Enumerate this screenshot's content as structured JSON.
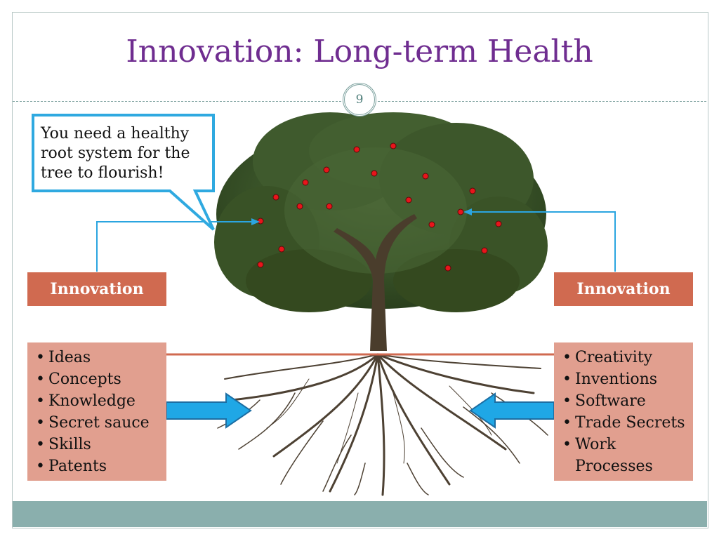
{
  "slide": {
    "title": "Innovation: Long-term Health",
    "page_number": "9"
  },
  "callout": {
    "text": "You need a healthy root system for the tree to flourish!"
  },
  "left": {
    "label": "Innovation",
    "items": [
      "Ideas",
      "Concepts",
      "Knowledge",
      "Secret sauce",
      "Skills",
      "Patents"
    ]
  },
  "right": {
    "label": "Innovation",
    "items": [
      "Creativity",
      "Inventions",
      "Software",
      "Trade Secrets",
      "Work Processes"
    ]
  },
  "colors": {
    "title": "#6f2d90",
    "label_box": "#d06a50",
    "list_box": "#e19f8f",
    "arrow": "#1fa7e6",
    "connector": "#2ba5e0",
    "fruit": "#e8151b",
    "footer": "#8aafad"
  }
}
